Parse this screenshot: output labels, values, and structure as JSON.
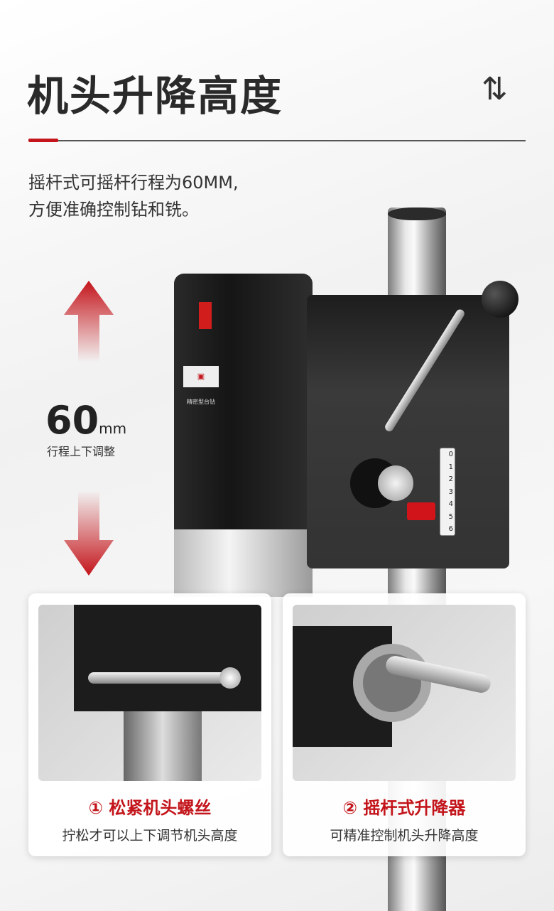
{
  "header": {
    "title": "机头升降高度",
    "icon": "up-down-arrows-icon",
    "icon_glyph": "⇅"
  },
  "description": [
    "摇杆式可摇杆行程为60MM,",
    "方便准确控制钻和铣。"
  ],
  "travel": {
    "value": "60",
    "unit": "mm",
    "label": "行程上下调整"
  },
  "product": {
    "model_label": "精密型台钻",
    "scale_marks": [
      "0",
      "1",
      "2",
      "3",
      "4",
      "5",
      "6"
    ]
  },
  "cards": [
    {
      "title": "① 松紧机头螺丝",
      "subtitle": "拧松才可以上下调节机头高度"
    },
    {
      "title": "② 摇杆式升降器",
      "subtitle": "可精准控制机头升降高度"
    }
  ],
  "colors": {
    "accent": "#c3151b",
    "text": "#2a2a2a"
  }
}
